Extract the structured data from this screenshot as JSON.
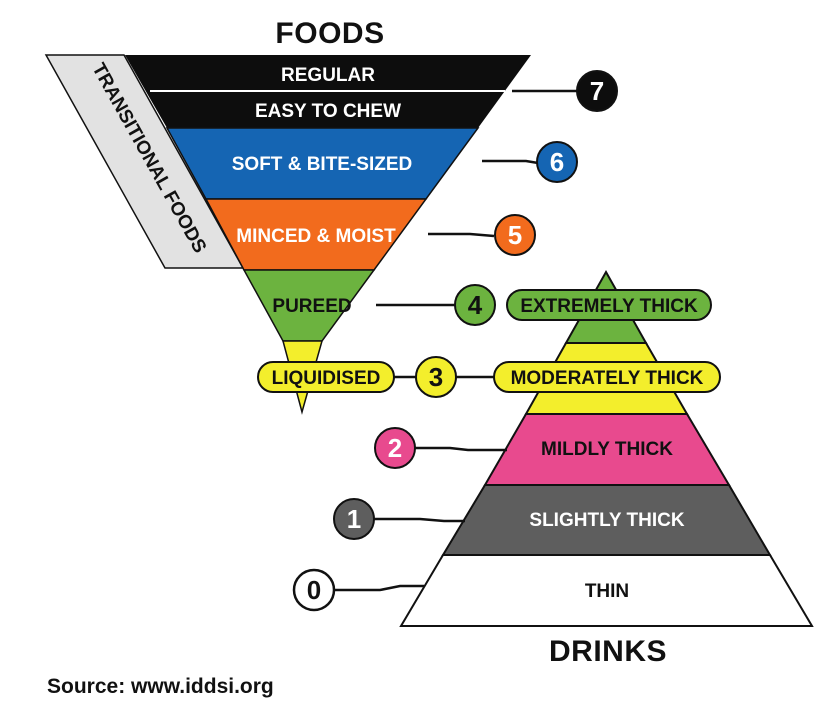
{
  "title_top": "FOODS",
  "title_bottom": "DRINKS",
  "source": "Source: www.iddsi.org",
  "transitional_label": "TRANSITIONAL FOODS",
  "foods": {
    "level7": {
      "number": "7",
      "labels": [
        "REGULAR",
        "EASY TO CHEW"
      ],
      "color": "#0d0d0d"
    },
    "level6": {
      "number": "6",
      "label": "SOFT & BITE-SIZED",
      "color": "#1565b3"
    },
    "level5": {
      "number": "5",
      "label": "MINCED & MOIST",
      "color": "#f26b1d"
    },
    "level4": {
      "label": "PUREED",
      "color": "#6cb33f"
    },
    "level3": {
      "label": "LIQUIDISED",
      "color": "#f3ee2c"
    }
  },
  "shared": {
    "level4": {
      "number": "4"
    },
    "level3": {
      "number": "3"
    }
  },
  "drinks": {
    "level4": {
      "label": "EXTREMELY THICK",
      "color": "#6cb33f"
    },
    "level3": {
      "label": "MODERATELY THICK",
      "color": "#f3ee2c"
    },
    "level2": {
      "number": "2",
      "label": "MILDLY THICK",
      "color": "#e84a8e"
    },
    "level1": {
      "number": "1",
      "label": "SLIGHTLY THICK",
      "color": "#5e5e5e"
    },
    "level0": {
      "number": "0",
      "label": "THIN",
      "color": "#ffffff"
    }
  },
  "transitional_color": "#e2e2e2"
}
